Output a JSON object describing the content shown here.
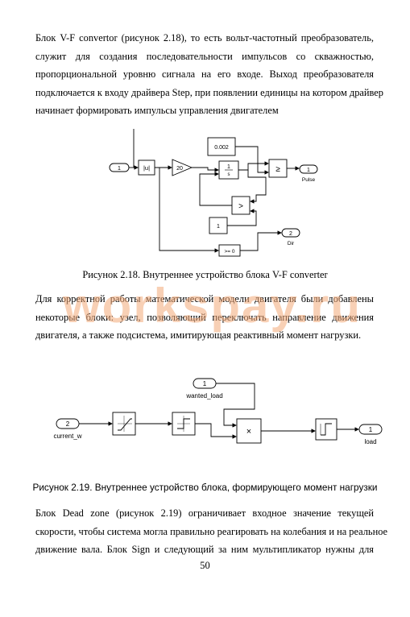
{
  "para1": {
    "lines": [
      "Блок V-F convertor  (рисунок 2.18), то есть вольт-частотный преобразователь,",
      "служит для создания последовательности импульсов со скважностью,",
      "пропорциональной уровню сигнала на его входе. Выход преобразователя",
      "подключается к входу драйвера Step, при появлении единицы на котором драйвер",
      "начинает формировать импульсы управления двигателем"
    ]
  },
  "figure1": {
    "caption": "Рисунок 2.18. Внутреннее устройство блока V-F converter",
    "in_port": "1",
    "abs_block": "|u|",
    "gain_block": "20",
    "const_top": "0.002",
    "integrator_num": "1",
    "integrator_den": "s",
    "compare_ge": "≥",
    "compare_gt": ">",
    "const_mid": "1",
    "compare_zero": ">= 0",
    "out_pulse_port": "1",
    "out_pulse_label": "Pulse",
    "out_dir_port": "2",
    "out_dir_label": "Dir"
  },
  "para2": {
    "lines": [
      "Для корректной работы математической модели двигателя были добавлены",
      "некоторые блоки: узел, позволяющий переключать направление движения",
      "двигателя, а также подсистема, имитирующая реактивный момент нагрузки."
    ]
  },
  "watermark": {
    "text": "workspay.ru"
  },
  "figure2": {
    "caption": "Рисунок 2.19. Внутреннее устройство блока, формирующего момент нагрузки",
    "in2_port": "2",
    "in2_label": "current_w",
    "in1_port": "1",
    "in1_label": "wanted_load",
    "product_symbol": "×",
    "out_port": "1",
    "out_label": "load"
  },
  "para3": {
    "lines": [
      "Блок Dead zone (рисунок 2.19) ограничивает входное значение текущей",
      "скорости, чтобы система могла правильно реагировать на колебания и на реальное",
      "движение вала. Блок Sign и следующий за ним мультипликатор нужны для"
    ]
  },
  "page_number": "50"
}
